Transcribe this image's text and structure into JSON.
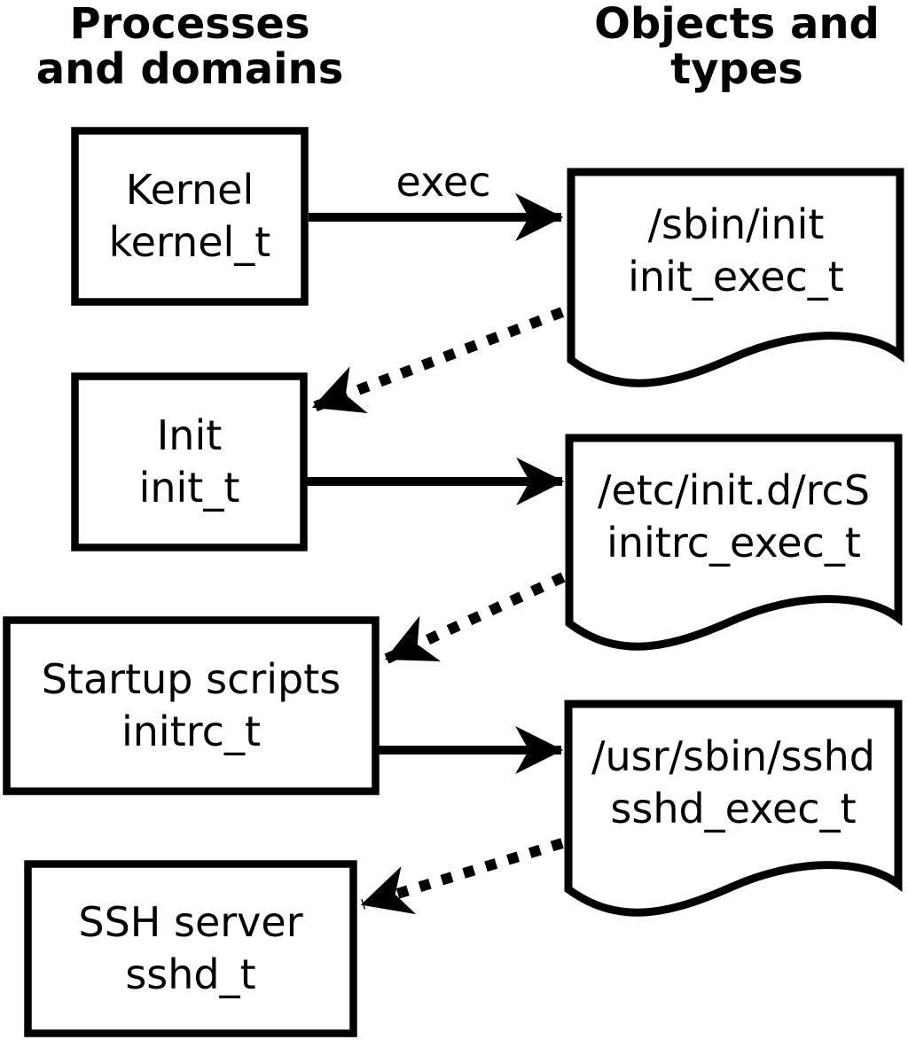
{
  "headers": {
    "left": {
      "line1": "Processes",
      "line2": "and domains"
    },
    "right": {
      "line1": "Objects and",
      "line2": "types"
    }
  },
  "process_boxes": [
    {
      "name": "Kernel",
      "domain": "kernel_t"
    },
    {
      "name": "Init",
      "domain": "init_t"
    },
    {
      "name": "Startup scripts",
      "domain": "initrc_t"
    },
    {
      "name": "SSH server",
      "domain": "sshd_t"
    }
  ],
  "object_documents": [
    {
      "path": "/sbin/init",
      "type": "init_exec_t"
    },
    {
      "path": "/etc/init.d/rcS",
      "type": "initrc_exec_t"
    },
    {
      "path": "/usr/sbin/sshd",
      "type": "sshd_exec_t"
    }
  ],
  "arrow_label": "exec",
  "colors": {
    "foreground": "#000000",
    "background": "#ffffff"
  }
}
